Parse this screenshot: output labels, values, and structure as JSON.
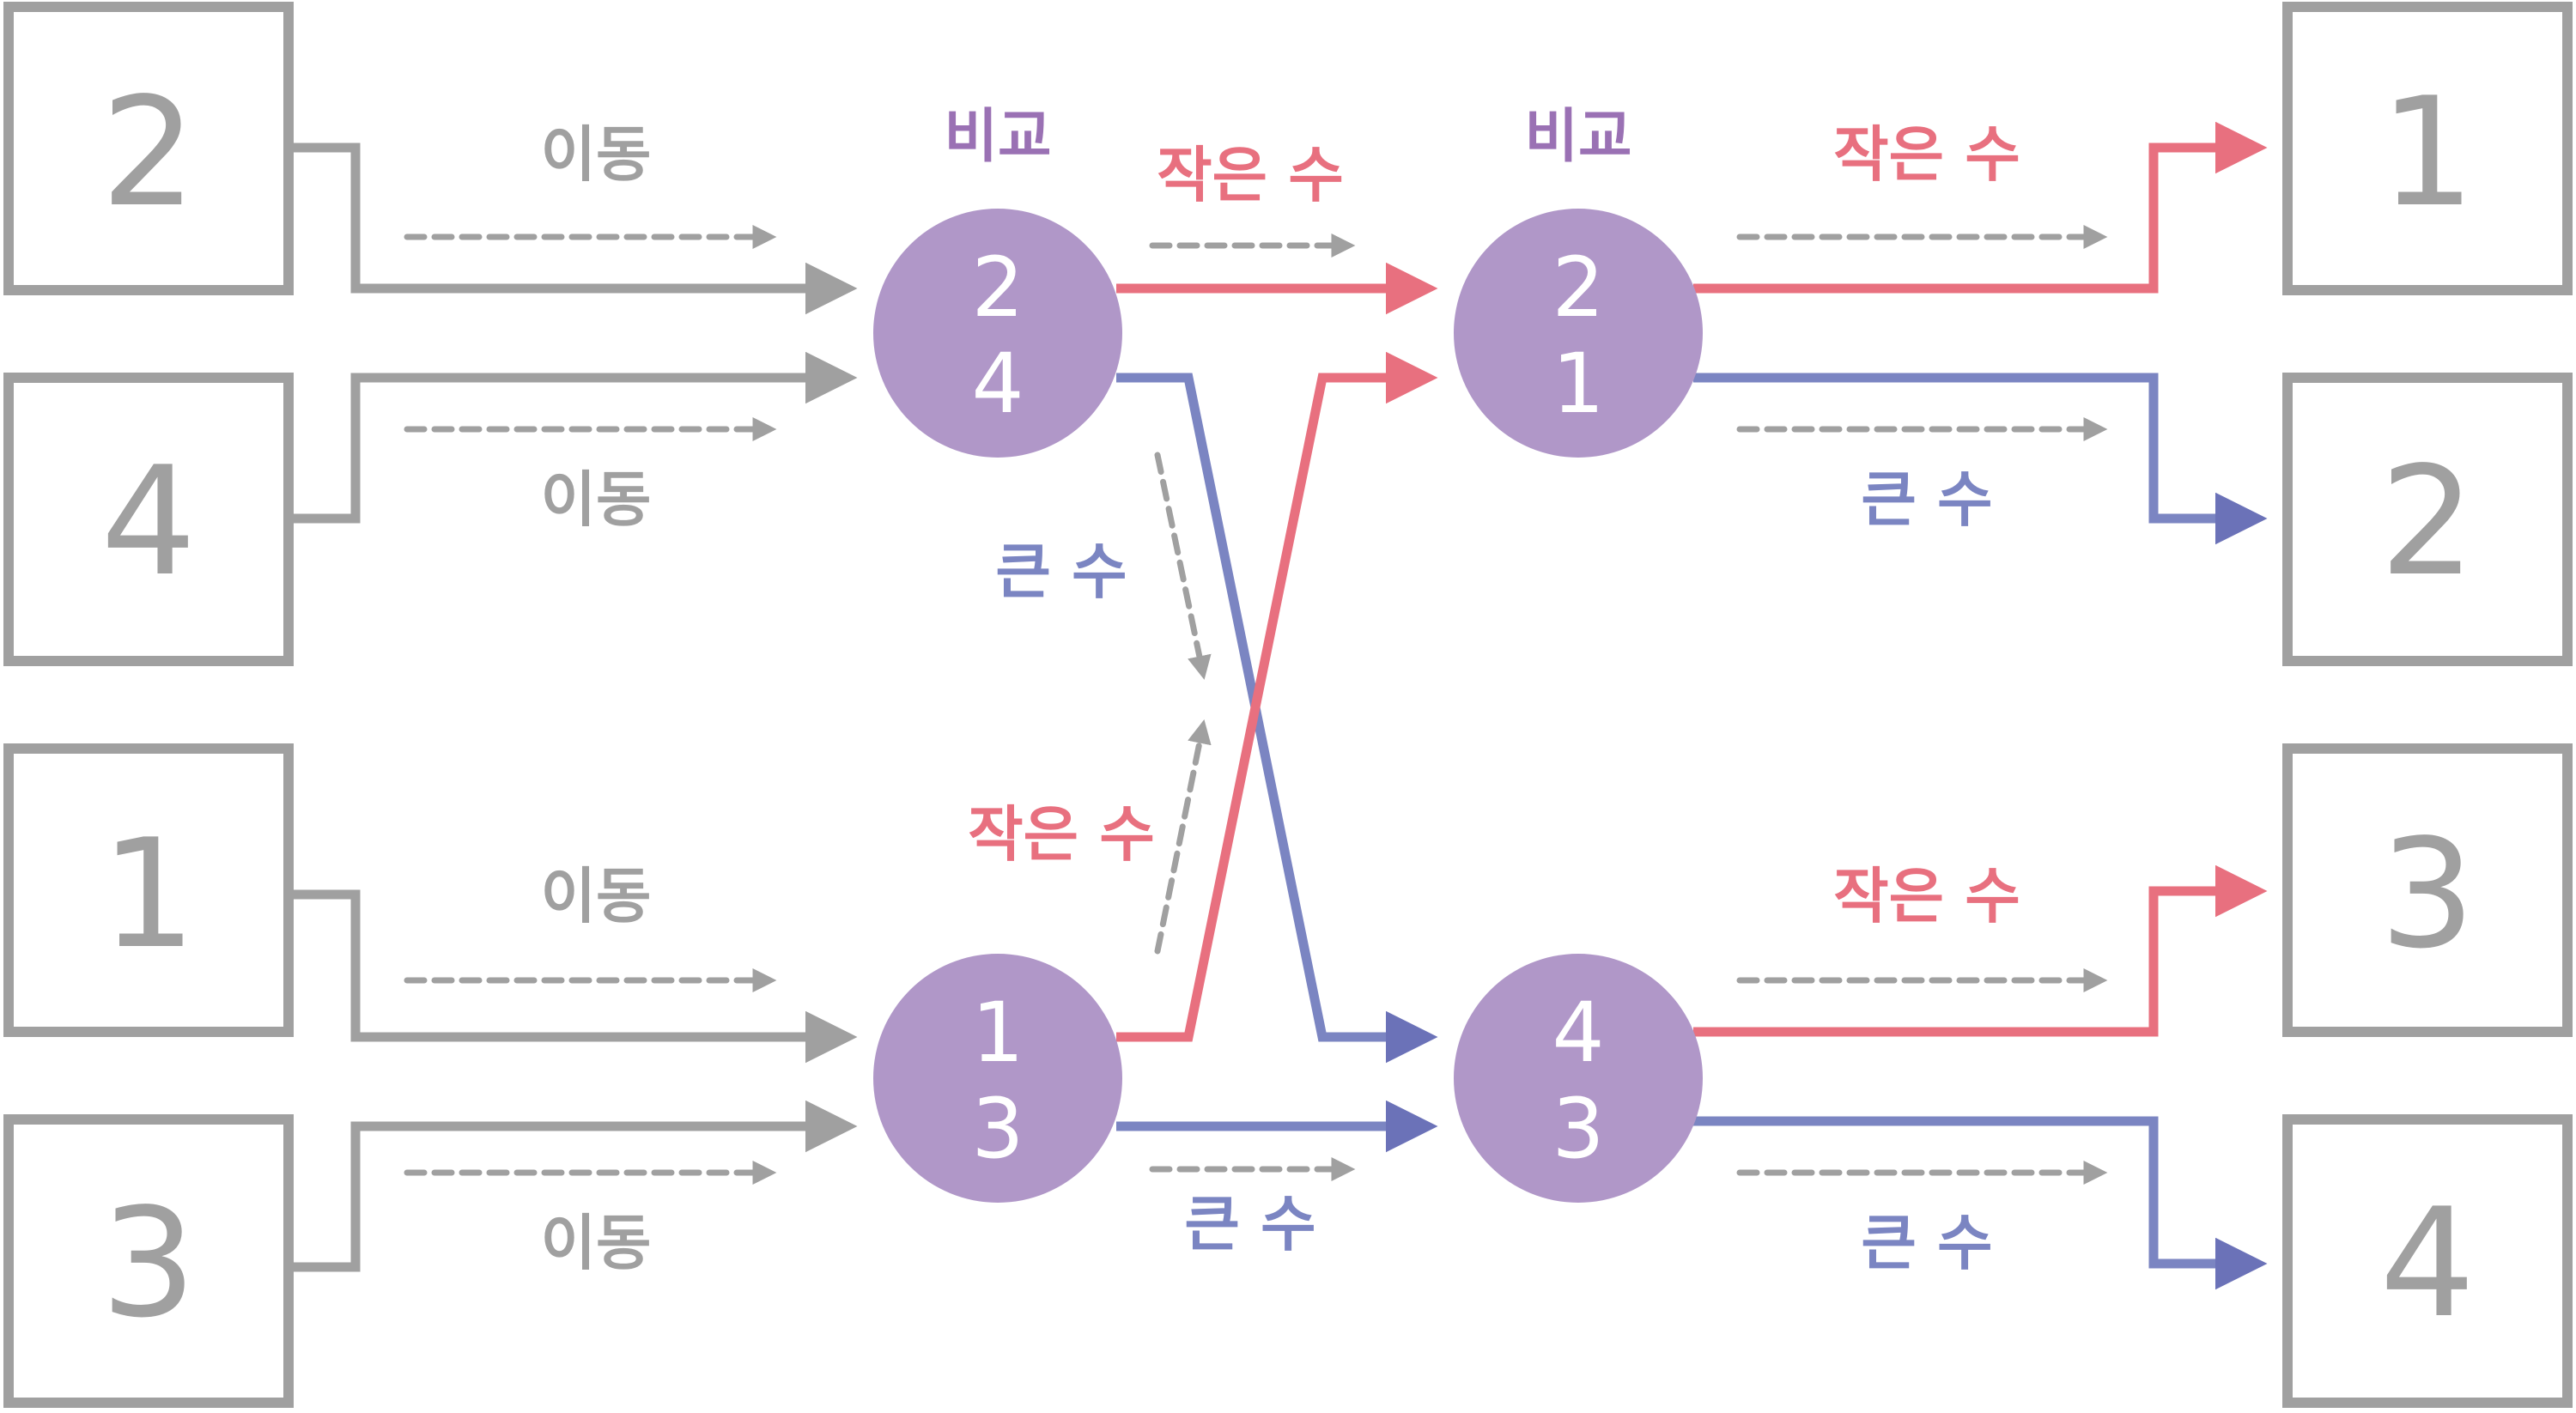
{
  "colors": {
    "gray": "#a0a0a0",
    "pink": "#e8707f",
    "blue": "#7b85c2",
    "purple_node": "#b097c8",
    "purple_text": "#9a71b4"
  },
  "input_boxes": [
    "2",
    "4",
    "1",
    "3"
  ],
  "output_boxes": [
    "1",
    "2",
    "3",
    "4"
  ],
  "stage1_nodes": [
    {
      "top": "2",
      "bottom": "4"
    },
    {
      "top": "1",
      "bottom": "3"
    }
  ],
  "stage2_nodes": [
    {
      "top": "2",
      "bottom": "1"
    },
    {
      "top": "4",
      "bottom": "3"
    }
  ],
  "labels": {
    "move": "이동",
    "compare": "비교",
    "smaller": "작은 수",
    "larger": "큰 수"
  }
}
